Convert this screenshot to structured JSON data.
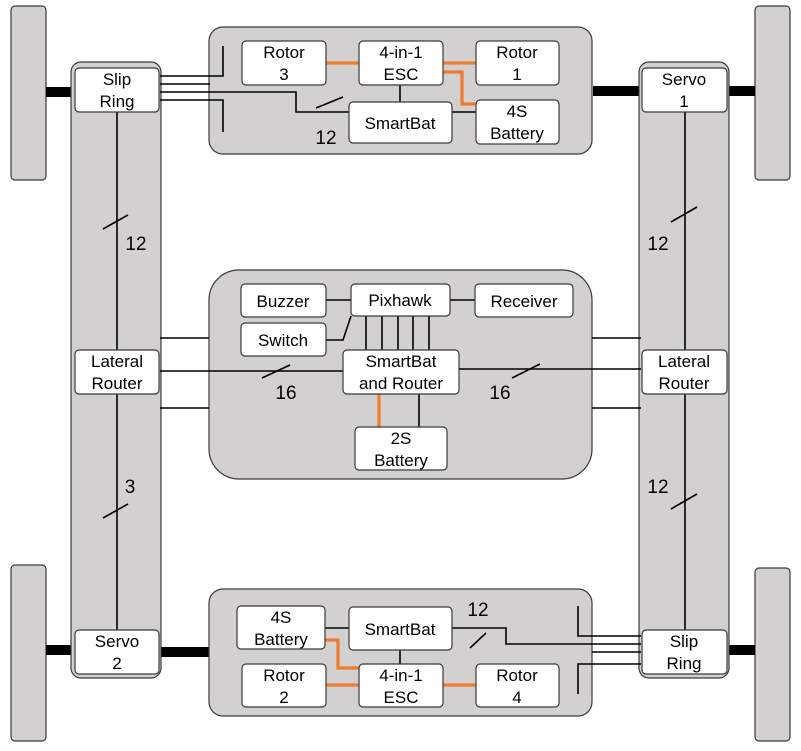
{
  "arm_top": {
    "rotor3": [
      "Rotor",
      "3"
    ],
    "esc": [
      "4-in-1",
      "ESC"
    ],
    "rotor1": [
      "Rotor",
      "1"
    ],
    "smartbat": "SmartBat",
    "battery": [
      "4S",
      "Battery"
    ],
    "bus_count": "12"
  },
  "left_beam": {
    "slip_ring": [
      "Slip",
      "Ring"
    ],
    "upper_count": "12",
    "lateral_router": [
      "Lateral",
      "Router"
    ],
    "lower_count": "3",
    "servo": [
      "Servo",
      "2"
    ]
  },
  "right_beam": {
    "servo": [
      "Servo",
      "1"
    ],
    "upper_count": "12",
    "lateral_router": [
      "Lateral",
      "Router"
    ],
    "lower_count": "12",
    "slip_ring": [
      "Slip",
      "Ring"
    ]
  },
  "center": {
    "buzzer": "Buzzer",
    "pixhawk": "Pixhawk",
    "receiver": "Receiver",
    "switch": "Switch",
    "router": [
      "SmartBat",
      "and Router"
    ],
    "battery": [
      "2S",
      "Battery"
    ],
    "left_count": "16",
    "right_count": "16"
  },
  "arm_bottom": {
    "battery": [
      "4S",
      "Battery"
    ],
    "smartbat": "SmartBat",
    "rotor2": [
      "Rotor",
      "2"
    ],
    "esc": [
      "4-in-1",
      "ESC"
    ],
    "rotor4": [
      "Rotor",
      "4"
    ],
    "bus_count": "12"
  },
  "colors": {
    "panel": "#d3d0d2",
    "power_wire": "#ef7b2d",
    "signal_wire": "#000000"
  }
}
